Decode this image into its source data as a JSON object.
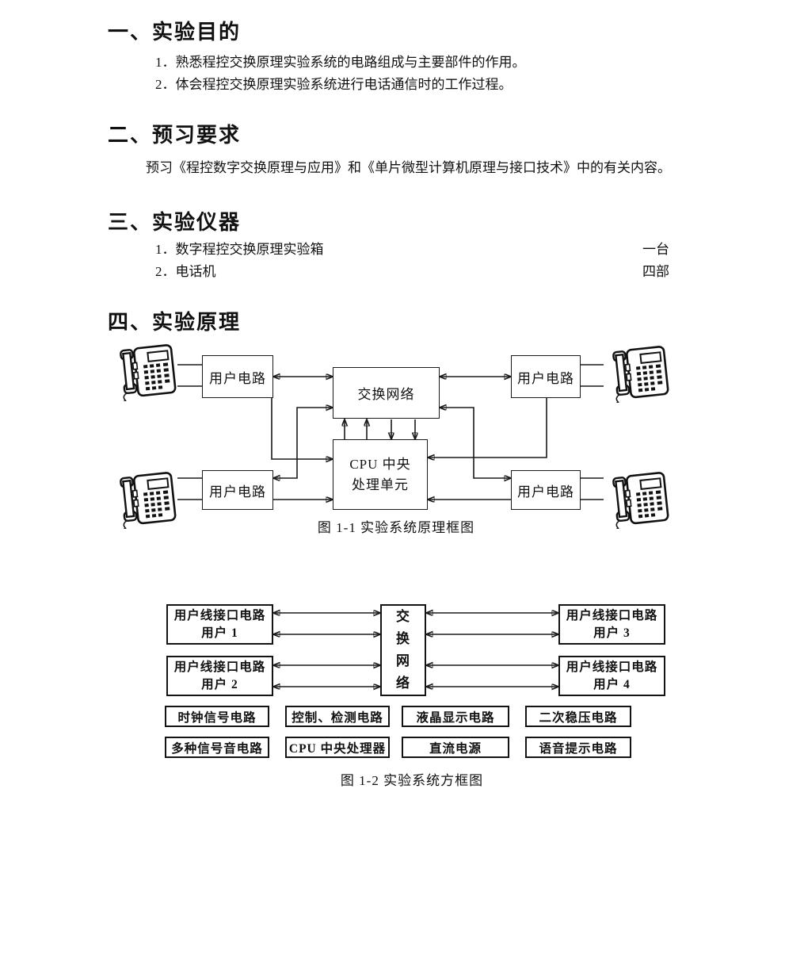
{
  "document": {
    "sections": [
      {
        "heading": "一、实验目的",
        "items": [
          "1．熟悉程控交换原理实验系统的电路组成与主要部件的作用。",
          "2．体会程控交换原理实验系统进行电话通信时的工作过程。"
        ]
      },
      {
        "heading": "二、预习要求",
        "paragraph": "预习《程控数字交换原理与应用》和《单片微型计算机原理与接口技术》中的有关内容。"
      },
      {
        "heading": "三、实验仪器",
        "equipment": [
          {
            "name": "1．数字程控交换原理实验箱",
            "qty": "一台"
          },
          {
            "name": "2．电话机",
            "qty": "四部"
          }
        ]
      },
      {
        "heading": "四、实验原理"
      }
    ]
  },
  "figure1": {
    "caption": "图 1-1 实验系统原理框图",
    "user_circuit_label": "用户电路",
    "switch_network_label": "交换网络",
    "cpu_line1": "CPU 中央",
    "cpu_line2": "处理单元",
    "phone_icon": "desk-telephone-icon"
  },
  "figure2": {
    "caption": "图 1-2 实验系统方框图",
    "user_boxes": [
      {
        "line1": "用户线接口电路",
        "line2": "用户 1"
      },
      {
        "line1": "用户线接口电路",
        "line2": "用户 2"
      },
      {
        "line1": "用户线接口电路",
        "line2": "用户 3"
      },
      {
        "line1": "用户线接口电路",
        "line2": "用户 4"
      }
    ],
    "switch_chars": [
      "交",
      "换",
      "网",
      "络"
    ],
    "bottom_row1": [
      "时钟信号电路",
      "控制、检测电路",
      "液晶显示电路",
      "二次稳压电路"
    ],
    "bottom_row2": [
      "多种信号音电路",
      "CPU 中央处理器",
      "直流电源",
      "语音提示电路"
    ]
  }
}
